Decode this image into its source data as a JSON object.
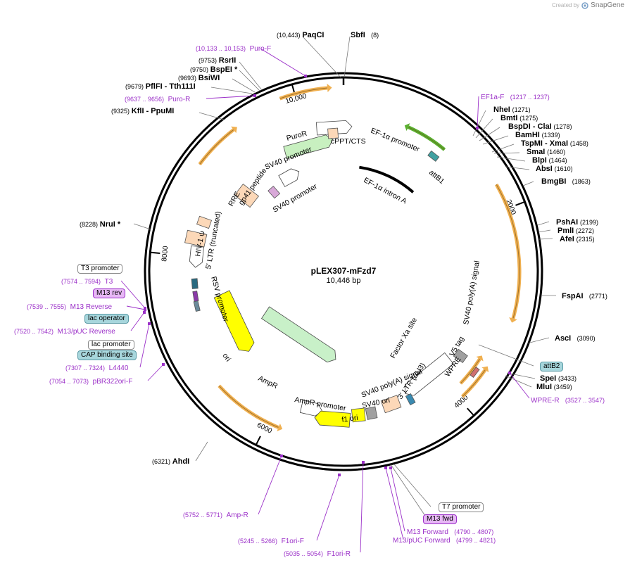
{
  "app": {
    "credit": "Created by",
    "brand": "SnapGene",
    "logo_icon": "snapgene-logo-icon"
  },
  "plasmid": {
    "name": "pLEX307-mFzd7",
    "length_label": "10,446 bp",
    "length_bp": 10446
  },
  "ticks": [
    {
      "bp": 2000,
      "label": "2000"
    },
    {
      "bp": 4000,
      "label": "4000"
    },
    {
      "bp": 6000,
      "label": "6000"
    },
    {
      "bp": 8000,
      "label": "8000"
    },
    {
      "bp": 10000,
      "label": "10,000"
    }
  ],
  "inner_labels": {
    "cppt": "cPPT/CTS",
    "ef1a_promoter": "EF-1α promoter",
    "attb1": "attB1",
    "ef1a_intron": "EF-1α intron A",
    "sv40_promoter_1": "SV40 promoter",
    "puror": "PuroR",
    "sv40_promoter_2": "SV40 promoter",
    "gp41": "gp41 peptide",
    "rre": "RRE",
    "hiv_psi": "HIV-1 ψ",
    "ltr_5": "5' LTR (truncated)",
    "rsv_promoter": "RSV promoter",
    "ori": "ori",
    "ampr": "AmpR",
    "ampr_promoter": "AmpR promoter",
    "f1_ori": "f1 ori",
    "sv40_ori": "SV40 ori",
    "sv40_polya_1": "SV40 poly(A) signal",
    "ltr_3": "3' LTR (ΔU3)",
    "wpre": "WPRE",
    "v5_tag": "V5 tag",
    "factor_xa": "Factor Xa site",
    "sv40_polya_2": "SV40 poly(A) signal"
  },
  "sites": {
    "paqci": {
      "pos": "(10,443)",
      "name": "PaqCI"
    },
    "sbfi": {
      "pos": "(8)",
      "name": "SbfI"
    },
    "rsrii": {
      "pos": "(9753)",
      "name": "RsrII"
    },
    "bspei": {
      "pos": "(9750)",
      "name": "BspEI *"
    },
    "bsiwi": {
      "pos": "(9693)",
      "name": "BsiWI"
    },
    "pflfi": {
      "pos": "(9679)",
      "name": "PflFI - Tth111I"
    },
    "kfli": {
      "pos": "(9325)",
      "name": "KflI - PpuMI"
    },
    "nhei": {
      "name": "NheI",
      "pos": "(1271)"
    },
    "bmti": {
      "name": "BmtI",
      "pos": "(1275)"
    },
    "bspdi": {
      "name": "BspDI - ClaI",
      "pos": "(1278)"
    },
    "bamhi": {
      "name": "BamHI",
      "pos": "(1339)"
    },
    "tspmi": {
      "name": "TspMI - XmaI",
      "pos": "(1458)"
    },
    "smai": {
      "name": "SmaI",
      "pos": "(1460)"
    },
    "blpi": {
      "name": "BlpI",
      "pos": "(1464)"
    },
    "absi": {
      "name": "AbsI",
      "pos": "(1610)"
    },
    "bmgbi": {
      "name": "BmgBI",
      "pos": "(1863)"
    },
    "pshai": {
      "name": "PshAI",
      "pos": "(2199)"
    },
    "pmli": {
      "name": "PmlI",
      "pos": "(2272)"
    },
    "afei": {
      "name": "AfeI",
      "pos": "(2315)"
    },
    "fspai": {
      "name": "FspAI",
      "pos": "(2771)"
    },
    "asci": {
      "name": "AscI",
      "pos": "(3090)"
    },
    "spei": {
      "name": "SpeI",
      "pos": "(3433)"
    },
    "mlui": {
      "name": "MluI",
      "pos": "(3459)"
    },
    "nrui": {
      "pos": "(8228)",
      "name": "NruI *"
    },
    "ahdi": {
      "pos": "(6321)",
      "name": "AhdI"
    }
  },
  "primers": {
    "puro_f": {
      "pos": "(10,133 .. 10,153)",
      "name": "Puro-F"
    },
    "puro_r": {
      "pos": "(9637 .. 9656)",
      "name": "Puro-R"
    },
    "ef1a_f": {
      "name": "EF1a-F",
      "pos": "(1217 .. 1237)"
    },
    "wpre_r": {
      "name": "WPRE-R",
      "pos": "(3527 .. 3547)"
    },
    "t3": {
      "pos": "(7574 .. 7594)",
      "name": "T3"
    },
    "m13_reverse": {
      "pos": "(7539 .. 7555)",
      "name": "M13 Reverse"
    },
    "m13_puc_reverse": {
      "pos": "(7520 .. 7542)",
      "name": "M13/pUC Reverse"
    },
    "l4440": {
      "pos": "(7307 .. 7324)",
      "name": "L4440"
    },
    "pbr322ori_f": {
      "pos": "(7054 .. 7073)",
      "name": "pBR322ori-F"
    },
    "amp_r": {
      "pos": "(5752 .. 5771)",
      "name": "Amp-R"
    },
    "f1ori_f": {
      "pos": "(5245 .. 5266)",
      "name": "F1ori-F"
    },
    "f1ori_r": {
      "pos": "(5035 .. 5054)",
      "name": "F1ori-R"
    },
    "m13_forward": {
      "name": "M13 Forward",
      "pos": "(4790 .. 4807)"
    },
    "m13_puc_forward": {
      "name": "M13/pUC Forward",
      "pos": "(4799 .. 4821)"
    }
  },
  "boxed_features": {
    "t3_promoter": "T3 promoter",
    "m13_rev": "M13 rev",
    "lac_operator": "lac operator",
    "lac_promoter": "lac promoter",
    "cap_site": "CAP binding site",
    "attb2": "attB2",
    "t7_promoter": "T7 promoter",
    "m13_fwd": "M13 fwd"
  },
  "colors": {
    "backbone": "#000000",
    "primer": "#9b30c8",
    "orf_orange": "#f0b050",
    "orf_green": "#5ab030",
    "puror_fill": "#c8f0c0",
    "ampr_fill": "#c8f0c8",
    "ori_fill": "#ffff00",
    "ltr_fill": "#fcd8b8",
    "box_teal": "#a7d6dc",
    "box_violet": "#e7b8f5"
  }
}
